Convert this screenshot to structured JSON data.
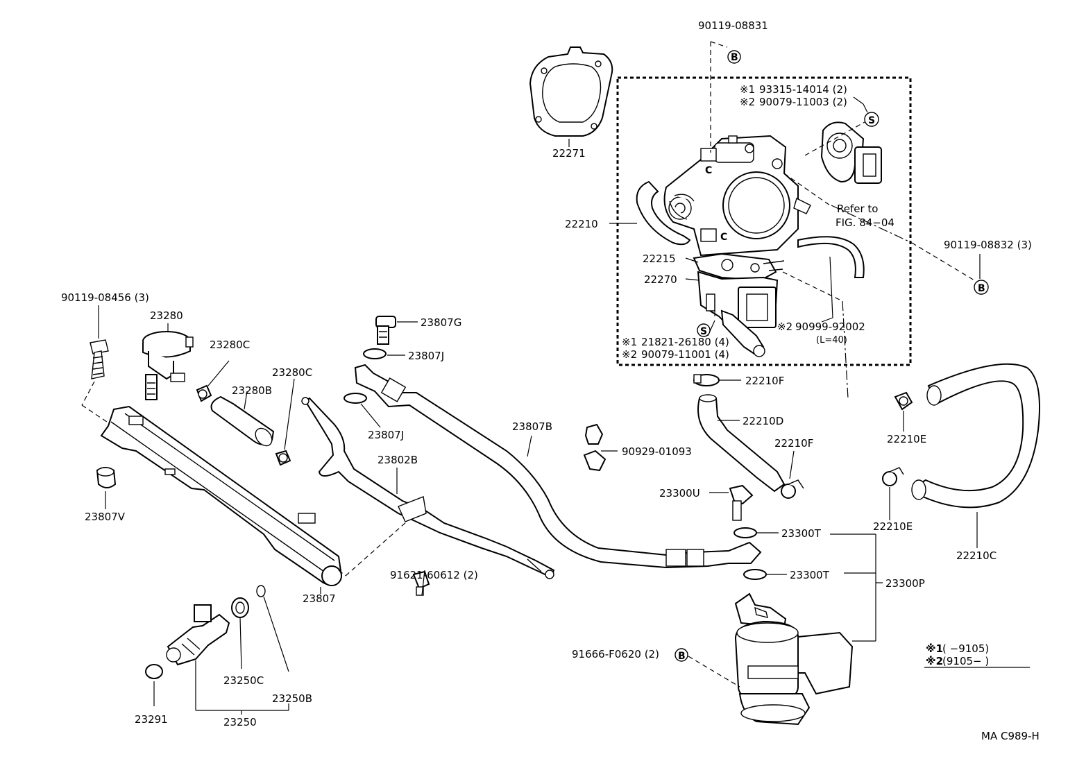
{
  "parts": {
    "p_90119_08831": "90119-08831",
    "p_22271": "22271",
    "p_93315": "93315-14014 (2)",
    "p_90079_11003": "90079-11003 (2)",
    "p_refer_1": "Refer to",
    "p_refer_2": "FIG. 84−04",
    "p_22210": "22210",
    "p_90119_08832": "90119-08832 (3)",
    "p_22215": "22215",
    "p_22270": "22270",
    "p_90999": "90999-92002",
    "p_l40": "(L=40)",
    "p_21821": "21821-26180 (4)",
    "p_90079_11001": "90079-11001 (4)",
    "p_90119_08456": "90119-08456 (3)",
    "p_23280": "23280",
    "p_23280C_a": "23280C",
    "p_23280B": "23280B",
    "p_23280C_b": "23280C",
    "p_23807G": "23807G",
    "p_23807J_a": "23807J",
    "p_23807J_b": "23807J",
    "p_22210F_a": "22210F",
    "p_22210D": "22210D",
    "p_22210F_b": "22210F",
    "p_22210E_a": "22210E",
    "p_22210E_b": "22210E",
    "p_22210C": "22210C",
    "p_23807B": "23807B",
    "p_90929": "90929-01093",
    "p_23802B": "23802B",
    "p_23807V": "23807V",
    "p_23300U": "23300U",
    "p_23300T_a": "23300T",
    "p_23300T_b": "23300T",
    "p_23300P": "23300P",
    "p_91621": "91621-60612 (2)",
    "p_23807": "23807",
    "p_91666": "91666-F0620 (2)",
    "p_23250C": "23250C",
    "p_23250B": "23250B",
    "p_23291": "23291",
    "p_23250": "23250"
  },
  "marks": {
    "b": "B",
    "s": "S",
    "c": "C",
    "note1": "※1",
    "note2": "※2"
  },
  "legend": {
    "row1_mark": "※1",
    "row1_range": "(         −9105)",
    "row2_mark": "※2",
    "row2_range": "(9105−         )"
  },
  "footer_code": "MA C989-H"
}
